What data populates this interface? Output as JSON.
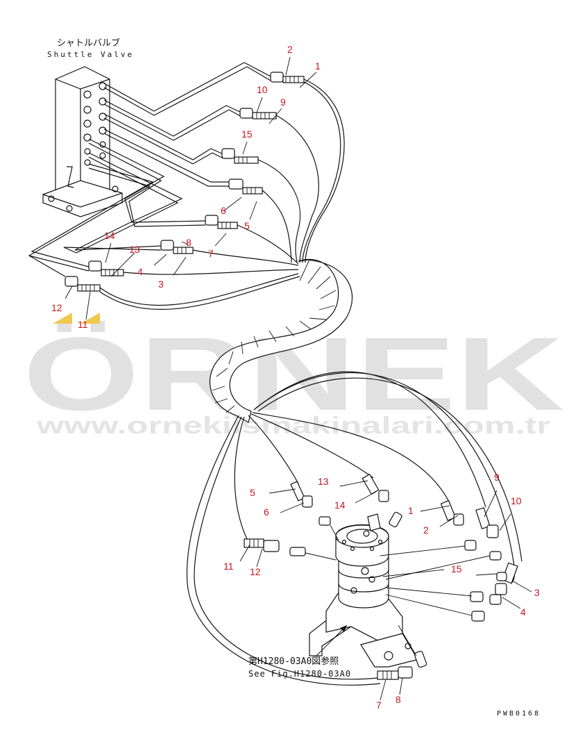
{
  "title": {
    "jp": "シャトルバルブ",
    "en": "Shuttle Valve"
  },
  "reference": {
    "jp": "第H1280-03A0図参照",
    "en": "See Fig.H1280-03A0"
  },
  "drawing_code": "PWB0168",
  "watermark": {
    "brand": "ÖRNEK",
    "url": "www.ornekiismakinalari.com.tr"
  },
  "colors": {
    "callout": "#c8141e",
    "line": "#111111",
    "watermark": "#e1e1e1",
    "accent": "#f0c850"
  },
  "callouts": [
    "2",
    "1",
    "10",
    "9",
    "15",
    "6",
    "5",
    "8",
    "7",
    "14",
    "13",
    "4",
    "3",
    "12",
    "11",
    "13",
    "14",
    "5",
    "6",
    "1",
    "2",
    "9",
    "10",
    "11",
    "12",
    "15",
    "3",
    "4",
    "7",
    "8"
  ]
}
